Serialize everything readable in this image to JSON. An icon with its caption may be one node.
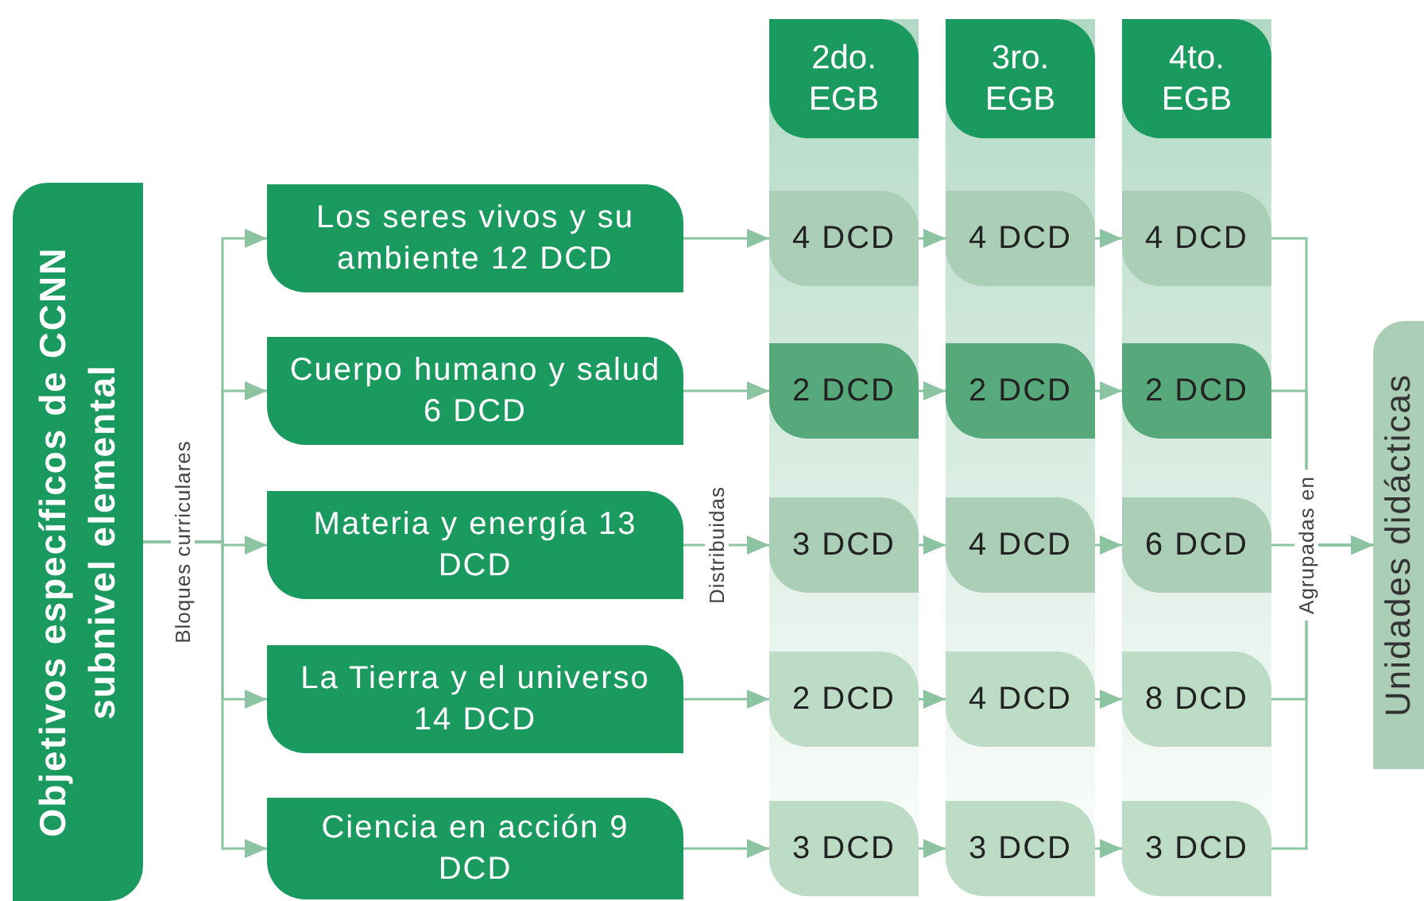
{
  "diagram": {
    "nodes": [
      {
        "text": [
          "Objetivos específicos de CCNN subnivel elemental"
        ]
      },
      {
        "text": [
          "Los seres vivos y su ambiente 12 DCD"
        ]
      },
      {
        "text": [
          "Cuerpo humano y salud 6 DCD"
        ]
      },
      {
        "text": [
          "Materia y energía 13 DCD"
        ]
      },
      {
        "text": [
          "La Tierra y el universo 14 DCD"
        ]
      },
      {
        "text": [
          "Ciencia en acción 9 DCD"
        ]
      },
      {
        "text": [
          "2do. EGB"
        ]
      },
      {
        "text": [
          "4 DCD"
        ],
        "in": 6
      },
      {
        "text": [
          "2 DCD"
        ],
        "in": 6
      },
      {
        "text": [
          "3 DCD"
        ],
        "in": 6
      },
      {
        "text": [
          "2 DCD"
        ],
        "in": 6
      },
      {
        "text": [
          "3 DCD"
        ],
        "in": 6
      },
      {
        "text": [
          "3ro. EGB"
        ]
      },
      {
        "text": [
          "4 DCD"
        ],
        "in": 12
      },
      {
        "text": [
          "2 DCD"
        ],
        "in": 12
      },
      {
        "text": [
          "4 DCD"
        ],
        "in": 12
      },
      {
        "text": [
          "4 DCD"
        ],
        "in": 12
      },
      {
        "text": [
          "3 DCD"
        ],
        "in": 12
      },
      {
        "text": [
          "4to. EGB"
        ]
      },
      {
        "text": [
          "4 DCD"
        ],
        "in": 18
      },
      {
        "text": [
          "2 DCD"
        ],
        "in": 18
      },
      {
        "text": [
          "6 DCD"
        ],
        "in": 18
      },
      {
        "text": [
          "8 DCD"
        ],
        "in": 18
      },
      {
        "text": [
          "3 DCD"
        ],
        "in": 18
      },
      {
        "text": [
          "Unidades didácticas"
        ]
      }
    ],
    "edges": [
      {
        "from": 0,
        "to": 1,
        "arrow": "to"
      },
      {
        "from": 0,
        "to": 2,
        "arrow": "to"
      },
      {
        "from": 0,
        "to": 3,
        "arrow": "to",
        "label": "Bloques curriculares"
      },
      {
        "from": 0,
        "to": 4,
        "arrow": "to"
      },
      {
        "from": 0,
        "to": 5,
        "arrow": "to"
      },
      {
        "from": 1,
        "to": 7,
        "arrow": "to"
      },
      {
        "from": 2,
        "to": 8,
        "arrow": "to"
      },
      {
        "from": 3,
        "to": 9,
        "arrow": "to",
        "label": "Distribuidas"
      },
      {
        "from": 4,
        "to": 10,
        "arrow": "to"
      },
      {
        "from": 5,
        "to": 11,
        "arrow": "to"
      },
      {
        "from": 7,
        "to": 13,
        "arrow": "to"
      },
      {
        "from": 8,
        "to": 14,
        "arrow": "to"
      },
      {
        "from": 9,
        "to": 15,
        "arrow": "to"
      },
      {
        "from": 10,
        "to": 16,
        "arrow": "to"
      },
      {
        "from": 11,
        "to": 17,
        "arrow": "to"
      },
      {
        "from": 13,
        "to": 19,
        "arrow": "to"
      },
      {
        "from": 14,
        "to": 20,
        "arrow": "to"
      },
      {
        "from": 15,
        "to": 21,
        "arrow": "to"
      },
      {
        "from": 16,
        "to": 22,
        "arrow": "to"
      },
      {
        "from": 17,
        "to": 23,
        "arrow": "to"
      },
      {
        "from": 19,
        "to": 24,
        "arrow": "to"
      },
      {
        "from": 20,
        "to": 24,
        "arrow": "to"
      },
      {
        "from": 21,
        "to": 24,
        "arrow": "to",
        "label": "Agrupadas en"
      },
      {
        "from": 22,
        "to": 24,
        "arrow": "to"
      },
      {
        "from": 23,
        "to": 24,
        "arrow": "to"
      }
    ]
  }
}
